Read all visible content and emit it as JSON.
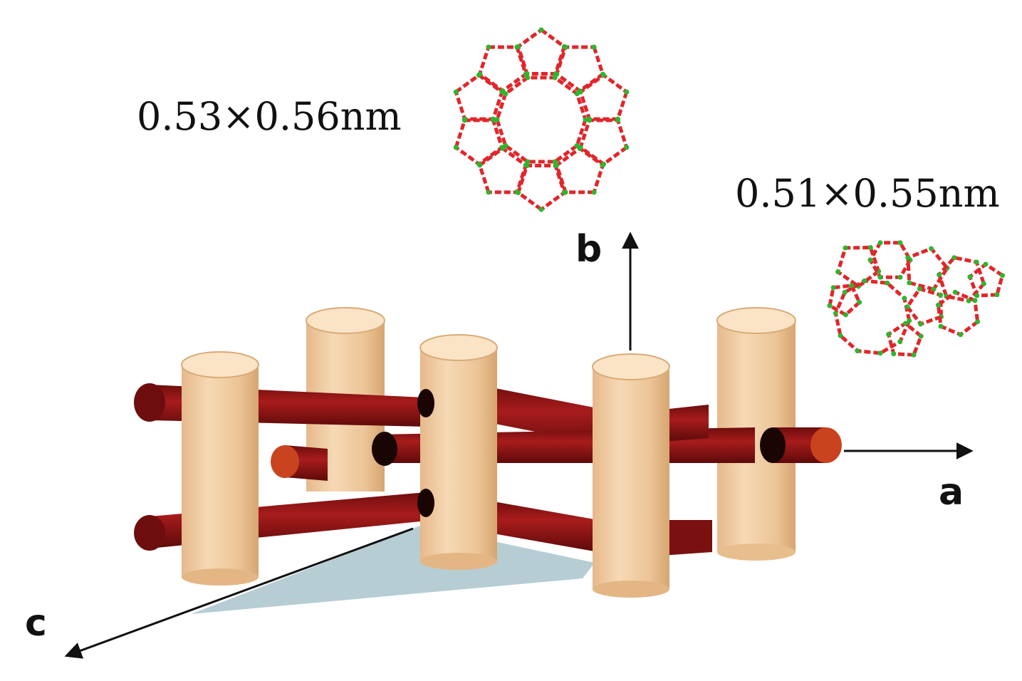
{
  "labels": {
    "pore_straight": "0.53×0.56nm",
    "pore_sinusoidal": "0.51×0.55nm"
  },
  "axes": {
    "a": "a",
    "b": "b",
    "c": "c"
  },
  "colors": {
    "vertical_channel": "#f1cfa6",
    "vertical_channel_shadow": "#d9ab78",
    "vertical_channel_top": "#fbe3c6",
    "sinusoidal_channel": "#8b1212",
    "sinusoidal_channel_end": "#c9431e",
    "shadow_plane": "#a9c4cc",
    "framework_node": "#2fb52f",
    "framework_bond": "#e0262b"
  }
}
